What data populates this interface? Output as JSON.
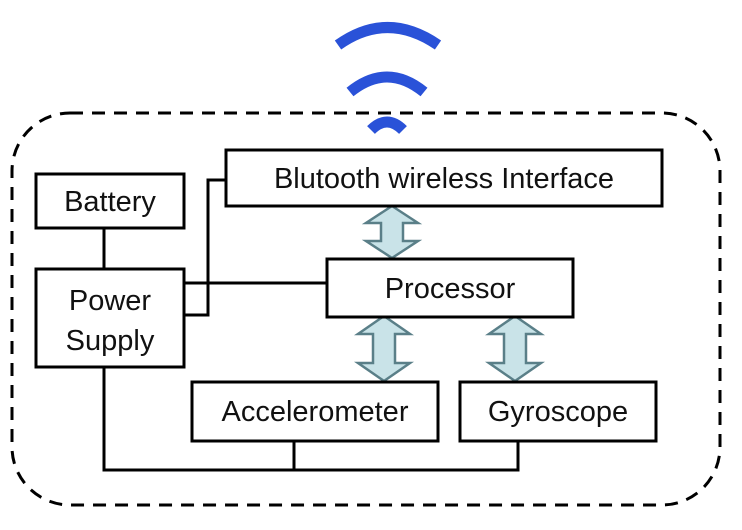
{
  "blocks": {
    "battery": "Battery",
    "power_supply_line1": "Power",
    "power_supply_line2": "Supply",
    "bluetooth": "Blutooth wireless Interface",
    "processor": "Processor",
    "accelerometer": "Accelerometer",
    "gyroscope": "Gyroscope"
  },
  "icons": {
    "wireless": "wifi-signal-icon",
    "bidirectional_arrow": "double-arrow-icon"
  },
  "colors": {
    "wifi": "#2a52d8",
    "arrow_fill": "#c9e3e8",
    "arrow_stroke": "#5a7f88",
    "line": "#000000"
  }
}
